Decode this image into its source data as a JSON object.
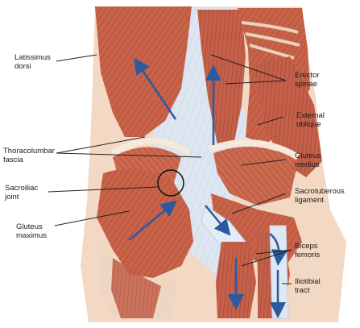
{
  "diagram": {
    "labels": {
      "latissimus_dorsi": "Latissimus\ndorsi",
      "thoracolumbar_fascia": "Thoracolumbar\nfascia",
      "sacroiliac_joint": "Sacroiliac\njoint",
      "gluteus_maximus": "Gluteus\nmaximus",
      "erector_spinae": "Erector\nspinae",
      "external_oblique": "External\noblique",
      "gluteus_medius": "Gluteus\nmedius",
      "sacrotuberous_ligament": "Sacrotuberous\nligament",
      "biceps_femoris": "Biceps\nfemoris",
      "iliotibial_tract": "Iliotibial\ntract"
    },
    "colors": {
      "muscle": "#c8634a",
      "muscle_dark": "#a94a34",
      "fascia": "#d9e3ef",
      "skin": "#f3d9c4",
      "arrow": "#2c5aa0",
      "leader": "#222222"
    }
  }
}
